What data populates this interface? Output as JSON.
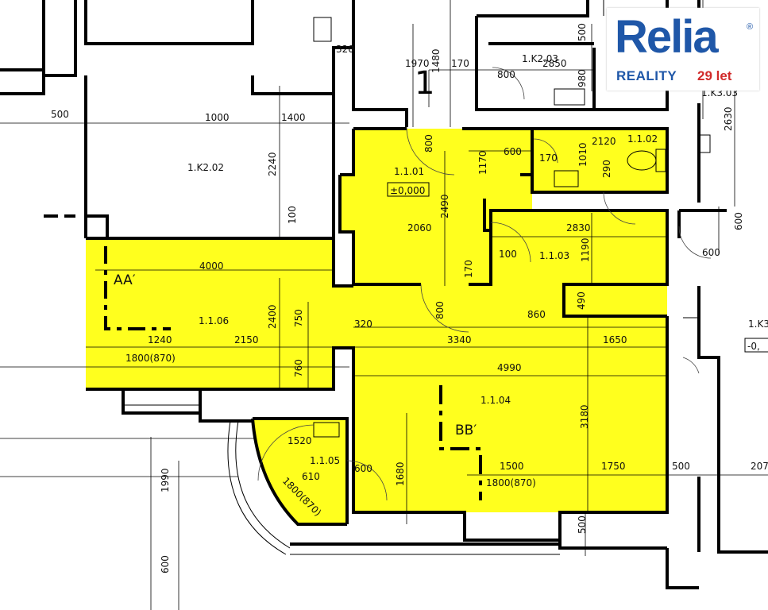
{
  "logo": {
    "brand": "Relia",
    "registered": "®",
    "subtitle": "REALITY",
    "years": "29 let"
  },
  "colors": {
    "highlight": "#ffff1e",
    "walls": "#000000",
    "logo_blue": "#1f57a8",
    "logo_red": "#d12b2b"
  },
  "sections": {
    "aa": "AA′",
    "bb": "BB′",
    "mark_1": "1"
  },
  "rooms": {
    "k202": "1.K2.02",
    "k203": "1.K2.03",
    "k303": "1.K3.03",
    "k3": "1.K3",
    "r101": "1.1.01",
    "r102": "1.1.02",
    "r103": "1.1.03",
    "r104": "1.1.04",
    "r105": "1.1.05",
    "r106": "1.1.06",
    "level": "±0,000",
    "level_partial": "-0,"
  },
  "dims": {
    "d320_top": "320",
    "d1970": "1970",
    "d1480": "1480",
    "d170_top": "170",
    "d2850": "2850",
    "d800_top": "800",
    "d980": "980",
    "d500_tr": "500",
    "d500_left": "500",
    "d1000": "1000",
    "d1400": "1400",
    "d2240": "2240",
    "d100_k": "100",
    "d2630": "2630",
    "d800_101": "800",
    "d600_102": "600",
    "d170_102": "170",
    "d1010": "1010",
    "d2120": "2120",
    "d290": "290",
    "d1170": "1170",
    "d2490": "2490",
    "d2060": "2060",
    "d600_right": "600",
    "d2830": "2830",
    "d600_mid": "600",
    "d1190": "1190",
    "d100_103": "100",
    "d170_mid": "170",
    "d4000": "4000",
    "d490": "490",
    "d2400": "2400",
    "d750": "750",
    "d800_hall": "800",
    "d860": "860",
    "d320_mid": "320",
    "d1240": "1240",
    "d2150": "2150",
    "d3340": "3340",
    "d1650": "1650",
    "d1800_870_a": "1800(870)",
    "d760": "760",
    "d4990": "4990",
    "d3180": "3180",
    "d1520": "1520",
    "d610": "610",
    "d1800_870_c": "1800(870)",
    "d600_105": "600",
    "d1680": "1680",
    "d1500": "1500",
    "d1800_870_b": "1800(870)",
    "d1750": "1750",
    "d500_r": "500",
    "d207": "207",
    "d1990": "1990",
    "d500_b": "500",
    "d600_bl": "600"
  }
}
